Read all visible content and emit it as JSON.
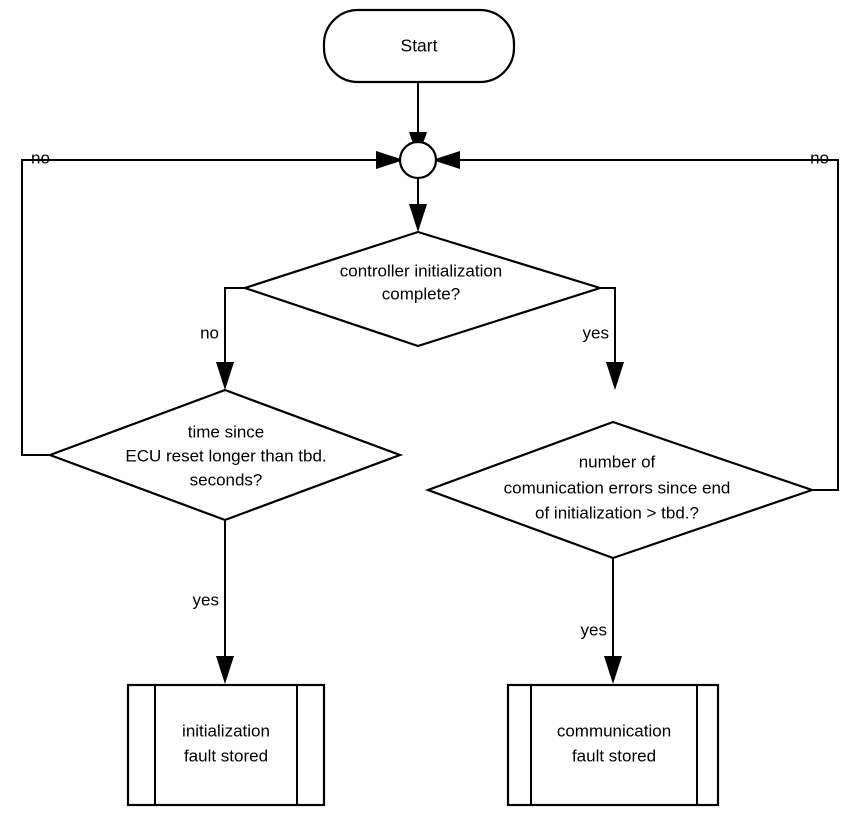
{
  "diagram": {
    "title": "ECU initialization and communication fault detection flowchart",
    "background_color": "#ffffff",
    "line_color": "#000000",
    "shape_fill": "#ffffff"
  },
  "nodes": {
    "start": {
      "shape": "stadium",
      "label": "Start"
    },
    "junction": {
      "shape": "circle",
      "label": ""
    },
    "decision_init": {
      "shape": "diamond",
      "line1": "controller initialization",
      "line2": "complete?"
    },
    "decision_reset_time": {
      "shape": "diamond",
      "line1": "time since",
      "line2": "ECU reset longer than tbd.",
      "line3": "seconds?"
    },
    "decision_comm_errors": {
      "shape": "diamond",
      "line1": "number of",
      "line2": "comunication errors since end",
      "line3": "of initialization > tbd.?"
    },
    "process_init_fault": {
      "shape": "predefined-process",
      "line1": "initialization",
      "line2": "fault stored"
    },
    "process_comm_fault": {
      "shape": "predefined-process",
      "line1": "communication",
      "line2": "fault stored"
    }
  },
  "edge_labels": {
    "left_loop_no": "no",
    "right_loop_no": "no",
    "init_no": "no",
    "init_yes": "yes",
    "reset_time_yes": "yes",
    "comm_errors_yes": "yes"
  }
}
